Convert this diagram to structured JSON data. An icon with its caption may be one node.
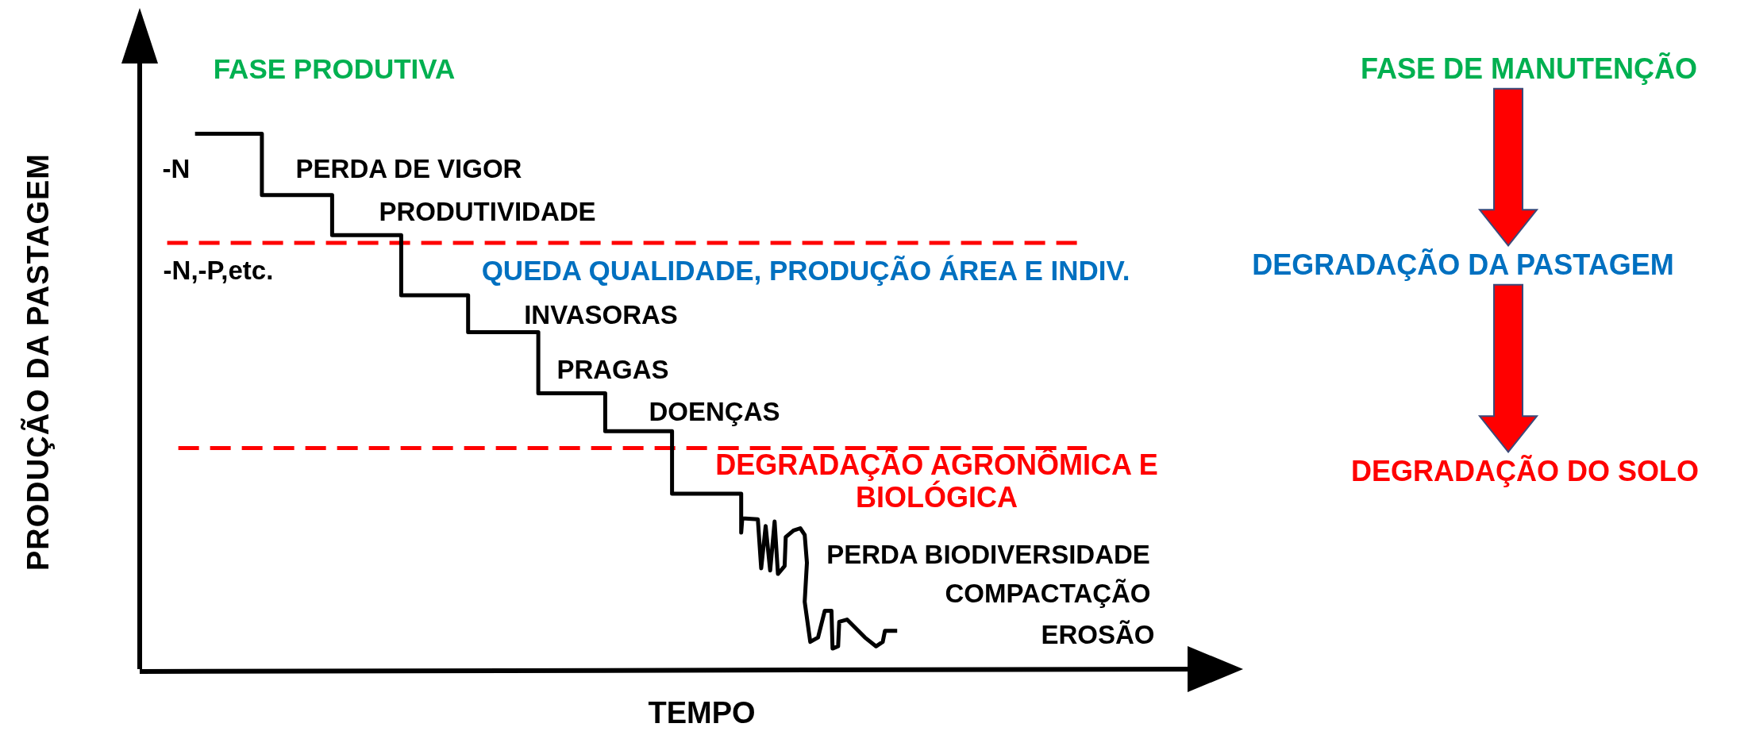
{
  "diagram": {
    "nodes": [
      {
        "text": [
          "FASE DE MANUTENÇÃO"
        ]
      },
      {
        "text": [
          "DEGRADAÇÃO DA PASTAGEM"
        ]
      },
      {
        "text": [
          "DEGRADAÇÃO DO SOLO"
        ]
      }
    ],
    "edges": [
      {
        "from": 0,
        "to": 1,
        "arrow": "to"
      },
      {
        "from": 1,
        "to": 2,
        "arrow": "to"
      }
    ],
    "labels": [
      "FASE PRODUTIVA",
      "-N",
      "PERDA DE VIGOR",
      "PRODUTIVIDADE",
      "-N,-P,etc.",
      "QUEDA QUALIDADE, PRODUÇÃO ÁREA E INDIV.",
      "INVASORAS",
      "PRAGAS",
      "DOENÇAS",
      "DEGRADAÇÃO AGRONÔMICA E BIOLÓGICA",
      "PERDA BIODIVERSIDADE",
      "COMPACTAÇÃO",
      "EROSÃO",
      "PRODUÇÃO DA PASTAGEM",
      "TEMPO"
    ]
  }
}
